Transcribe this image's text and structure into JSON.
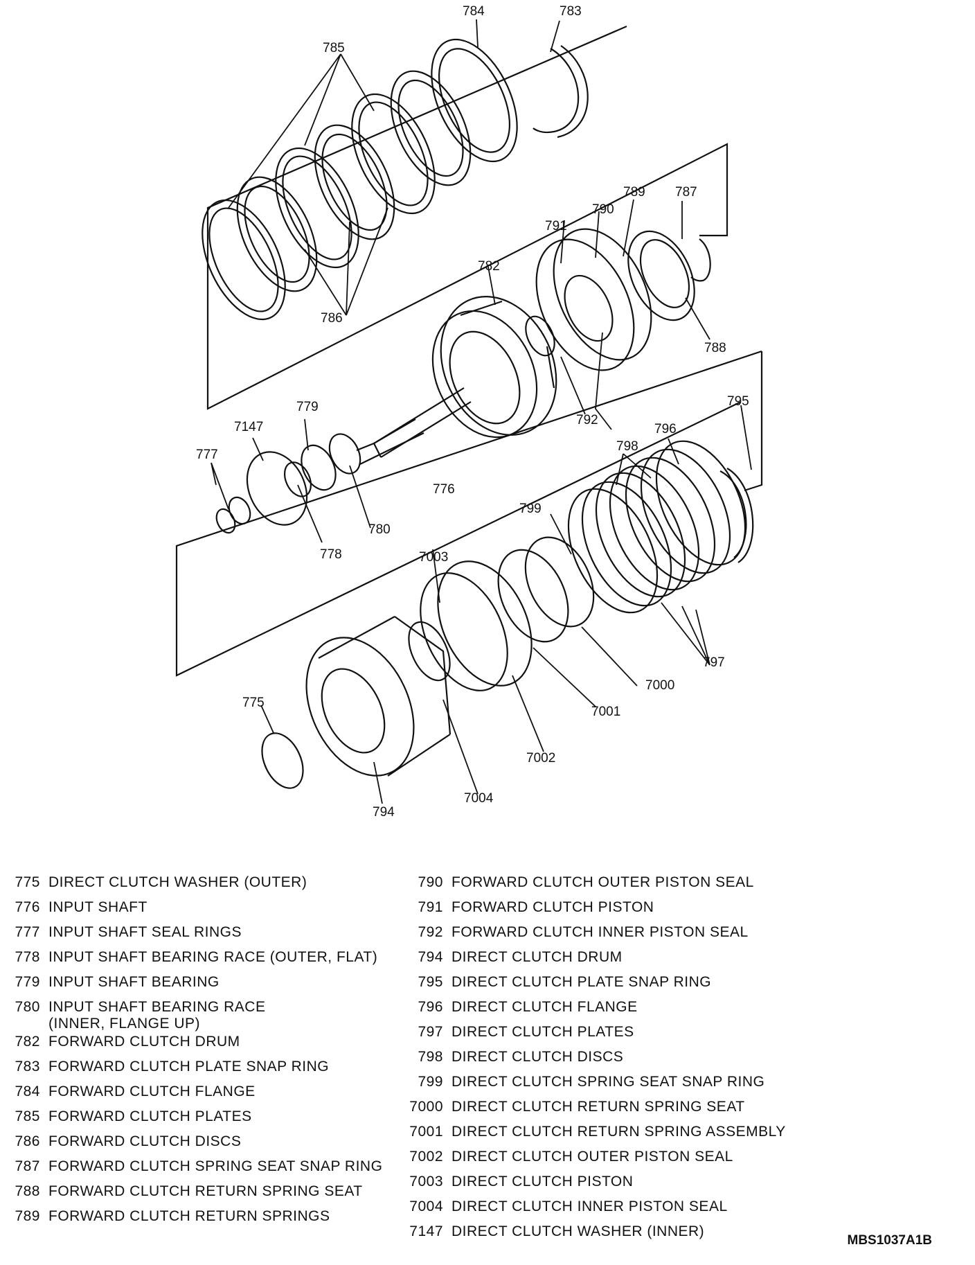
{
  "callouts": {
    "c775": "775",
    "c776": "776",
    "c777": "777",
    "c778": "778",
    "c779": "779",
    "c780": "780",
    "c782": "782",
    "c783": "783",
    "c784": "784",
    "c785": "785",
    "c786": "786",
    "c787": "787",
    "c788": "788",
    "c789": "789",
    "c790": "790",
    "c791": "791",
    "c792": "792",
    "c794": "794",
    "c795": "795",
    "c796": "796",
    "c797": "797",
    "c798": "798",
    "c799": "799",
    "c7000": "7000",
    "c7001": "7001",
    "c7002": "7002",
    "c7003": "7003",
    "c7004": "7004",
    "c7147": "7147"
  },
  "legend_left": [
    {
      "num": "775",
      "desc": "DIRECT CLUTCH WASHER (OUTER)"
    },
    {
      "num": "776",
      "desc": "INPUT SHAFT"
    },
    {
      "num": "777",
      "desc": "INPUT SHAFT SEAL RINGS"
    },
    {
      "num": "778",
      "desc": "INPUT SHAFT BEARING RACE (OUTER, FLAT)"
    },
    {
      "num": "779",
      "desc": "INPUT SHAFT BEARING"
    },
    {
      "num": "780",
      "desc": "INPUT SHAFT BEARING RACE\n(INNER, FLANGE UP)"
    },
    {
      "num": "782",
      "desc": "FORWARD CLUTCH DRUM"
    },
    {
      "num": "783",
      "desc": "FORWARD CLUTCH PLATE SNAP RING"
    },
    {
      "num": "784",
      "desc": "FORWARD CLUTCH FLANGE"
    },
    {
      "num": "785",
      "desc": "FORWARD CLUTCH PLATES"
    },
    {
      "num": "786",
      "desc": "FORWARD CLUTCH DISCS"
    },
    {
      "num": "787",
      "desc": "FORWARD CLUTCH SPRING SEAT SNAP RING"
    },
    {
      "num": "788",
      "desc": "FORWARD CLUTCH RETURN SPRING SEAT"
    },
    {
      "num": "789",
      "desc": "FORWARD CLUTCH RETURN SPRINGS"
    }
  ],
  "legend_right": [
    {
      "num": "790",
      "desc": "FORWARD CLUTCH OUTER PISTON SEAL"
    },
    {
      "num": "791",
      "desc": "FORWARD CLUTCH PISTON"
    },
    {
      "num": "792",
      "desc": "FORWARD CLUTCH INNER PISTON SEAL"
    },
    {
      "num": "794",
      "desc": "DIRECT CLUTCH DRUM"
    },
    {
      "num": "795",
      "desc": "DIRECT CLUTCH PLATE SNAP RING"
    },
    {
      "num": "796",
      "desc": "DIRECT CLUTCH FLANGE"
    },
    {
      "num": "797",
      "desc": "DIRECT CLUTCH PLATES"
    },
    {
      "num": "798",
      "desc": "DIRECT CLUTCH DISCS"
    },
    {
      "num": "799",
      "desc": "DIRECT CLUTCH SPRING SEAT SNAP RING"
    },
    {
      "num": "7000",
      "desc": "DIRECT CLUTCH RETURN SPRING SEAT"
    },
    {
      "num": "7001",
      "desc": "DIRECT CLUTCH RETURN SPRING ASSEMBLY"
    },
    {
      "num": "7002",
      "desc": "DIRECT CLUTCH OUTER PISTON SEAL"
    },
    {
      "num": "7003",
      "desc": "DIRECT CLUTCH PISTON"
    },
    {
      "num": "7004",
      "desc": "DIRECT CLUTCH INNER PISTON SEAL"
    },
    {
      "num": "7147",
      "desc": "DIRECT CLUTCH WASHER (INNER)"
    }
  ],
  "figure_code": "MBS1037A1B"
}
